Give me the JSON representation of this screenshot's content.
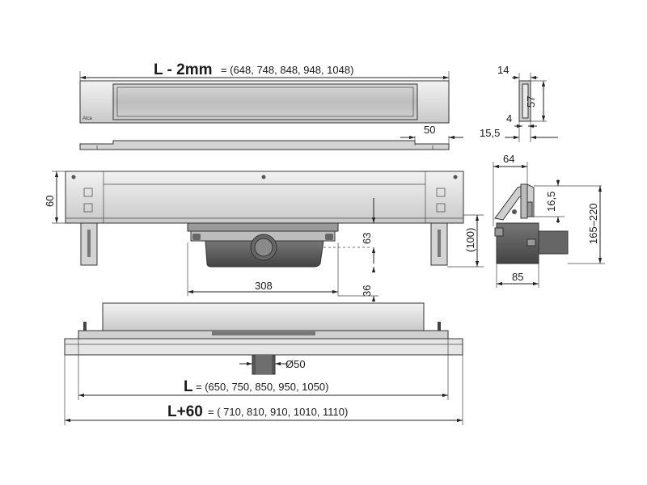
{
  "top_view": {
    "length_label": "L - 2mm",
    "length_values": "= (648, 748, 848, 948, 1048)",
    "logo_text": "Alca",
    "offset_label": "50"
  },
  "side_detail": {
    "width_label": "14",
    "height_label": "57",
    "gap_label": "4",
    "depth_label": "15,5"
  },
  "front_view": {
    "height_label": "60",
    "trap_height_label": "63",
    "overall_height_label": "(100)",
    "trap_width_label": "308",
    "outlet_depth_label": "36"
  },
  "section_view": {
    "top_width_label": "64",
    "grate_label": "16,5",
    "range_label": "165–220",
    "base_width_label": "85"
  },
  "bottom_view": {
    "outlet_label": "Ø50",
    "length_label": "L",
    "length_values": "= (650, 750, 850, 950, 1050)",
    "overall_label": "L+60",
    "overall_values": "= ( 710, 810, 910, 1010, 1110)"
  },
  "colors": {
    "metal_light": "#e6e6e6",
    "metal_mid": "#c8c8c8",
    "metal_dark": "#8a8a8a",
    "trap_dark": "#555555",
    "line": "#222222"
  }
}
